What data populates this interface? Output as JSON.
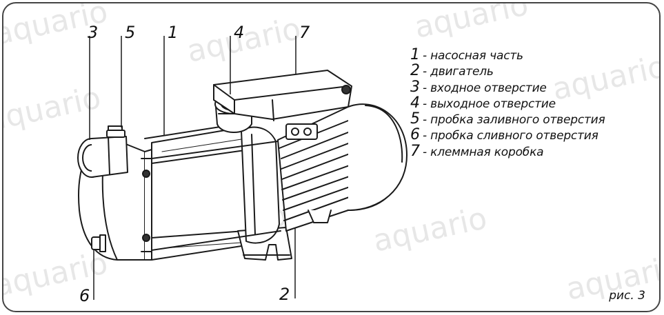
{
  "callouts": {
    "c1": "1",
    "c2": "2",
    "c3": "3",
    "c4": "4",
    "c5": "5",
    "c6": "6",
    "c7": "7"
  },
  "legend": [
    {
      "num": "1",
      "text": "- насосная часть"
    },
    {
      "num": "2",
      "text": "- двигатель"
    },
    {
      "num": "3",
      "text": "- входное отверстие"
    },
    {
      "num": "4",
      "text": "- выходное отверстие"
    },
    {
      "num": "5",
      "text": "- пробка заливного отверстия"
    },
    {
      "num": "6",
      "text": "- пробка сливного отверстия"
    },
    {
      "num": "7",
      "text": "- клеммная коробка"
    }
  ],
  "caption": "рис. 3",
  "watermark": "aquario",
  "colors": {
    "line": "#1a1a1a",
    "watermark": "#d4d4d4",
    "background": "#ffffff"
  }
}
